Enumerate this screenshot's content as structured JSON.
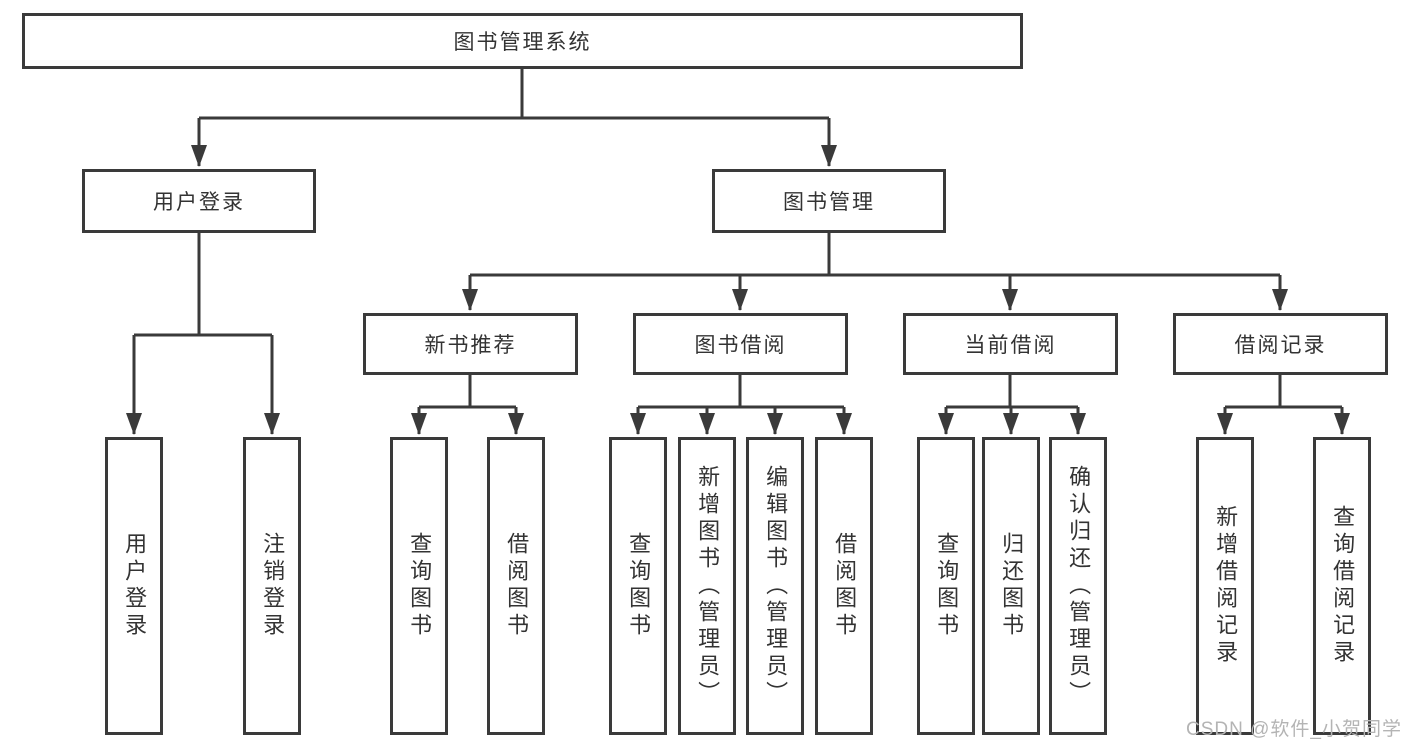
{
  "diagram": {
    "root": {
      "label": "图书管理系统",
      "children": [
        {
          "label": "用户登录",
          "children": [
            {
              "label": "用户登录"
            },
            {
              "label": "注销登录"
            }
          ]
        },
        {
          "label": "图书管理",
          "children": [
            {
              "label": "新书推荐",
              "children": [
                {
                  "label": "查询图书"
                },
                {
                  "label": "借阅图书"
                }
              ]
            },
            {
              "label": "图书借阅",
              "children": [
                {
                  "label": "查询图书"
                },
                {
                  "label": "新增图书（管理员）"
                },
                {
                  "label": "编辑图书（管理员）"
                },
                {
                  "label": "借阅图书"
                }
              ]
            },
            {
              "label": "当前借阅",
              "children": [
                {
                  "label": "查询图书"
                },
                {
                  "label": "归还图书"
                },
                {
                  "label": "确认归还（管理员）"
                }
              ]
            },
            {
              "label": "借阅记录",
              "children": [
                {
                  "label": "新增借阅记录"
                },
                {
                  "label": "查询借阅记录"
                }
              ]
            }
          ]
        }
      ]
    },
    "line_color": "#3a3a3a"
  },
  "watermark": {
    "text": "CSDN @软件_小贺同学"
  }
}
